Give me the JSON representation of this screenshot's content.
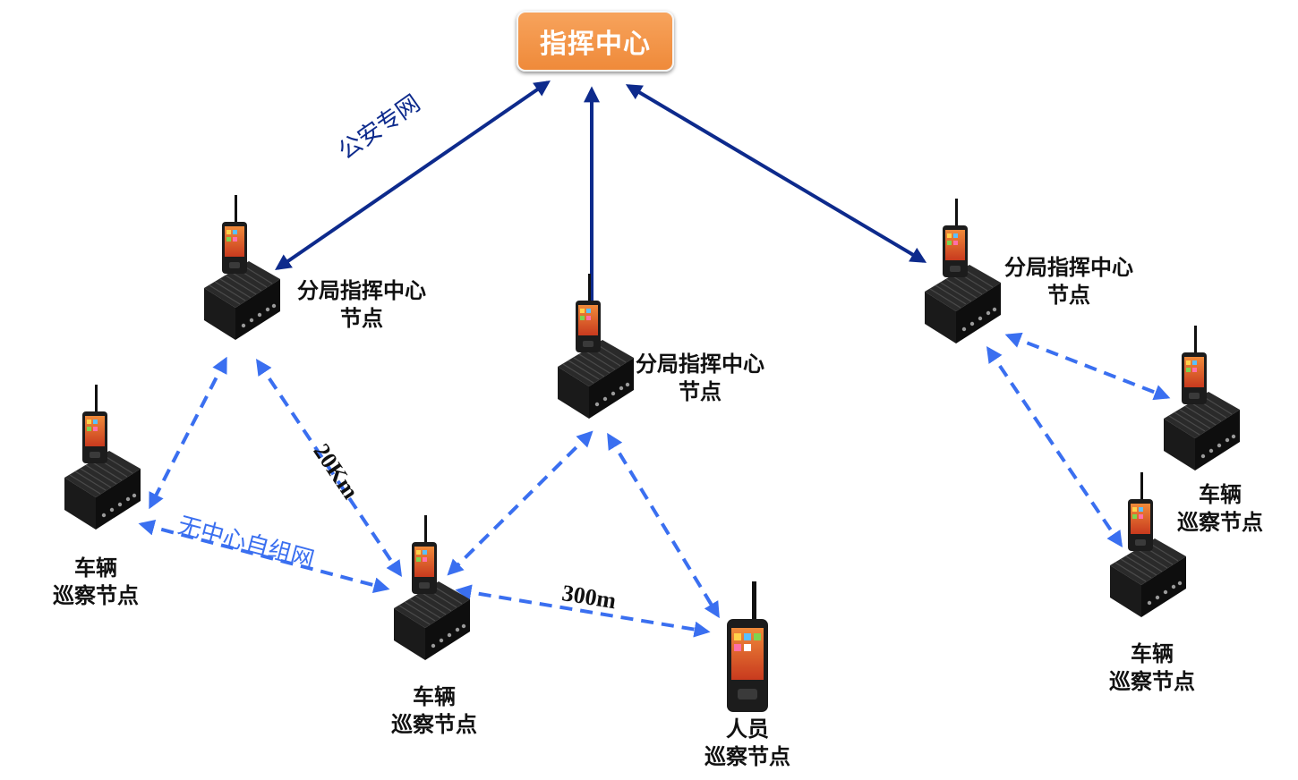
{
  "command_center": {
    "label": "指挥中心"
  },
  "links": {
    "police_network": "公安专网",
    "adhoc_network": "无中心自组网",
    "distance_long": "20Km",
    "distance_short": "300m"
  },
  "nodes": {
    "branch_left": {
      "line1": "分局指挥中心",
      "line2": "节点"
    },
    "branch_center": {
      "line1": "分局指挥中心",
      "line2": "节点"
    },
    "branch_right": {
      "line1": "分局指挥中心",
      "line2": "节点"
    },
    "vehicle_left": {
      "line1": "车辆",
      "line2": "巡察节点"
    },
    "vehicle_center": {
      "line1": "车辆",
      "line2": "巡察节点"
    },
    "personnel": {
      "line1": "人员",
      "line2": "巡察节点"
    },
    "vehicle_right_top": {
      "line1": "车辆",
      "line2": "巡察节点"
    },
    "vehicle_right_bottom": {
      "line1": "车辆",
      "line2": "巡察节点"
    }
  },
  "colors": {
    "command_center_fill": "#f39a4d",
    "backbone_link": "#0d2a8c",
    "mesh_link": "#3a6ff0",
    "device_body": "#1c1c1c",
    "radio_screen": "#e8562a"
  },
  "icons": {
    "base_station": "gateway-box-icon",
    "handheld": "handheld-radio-icon"
  }
}
